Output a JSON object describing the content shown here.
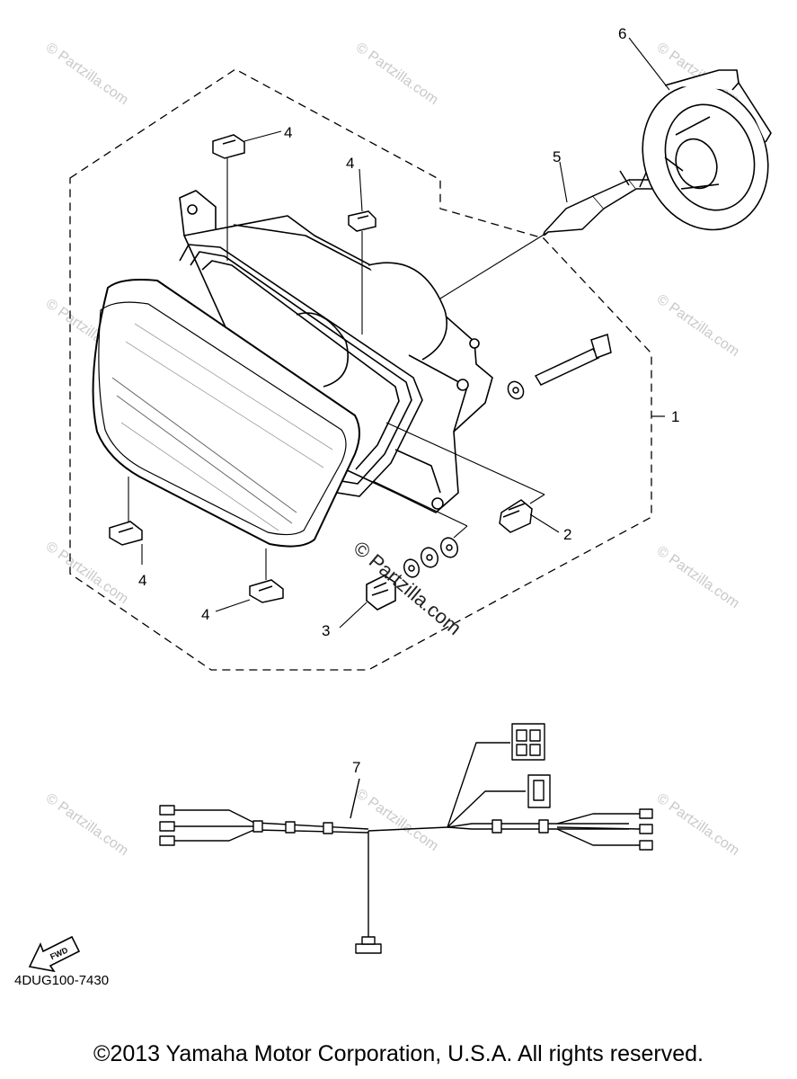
{
  "diagram": {
    "code": "4DUG100-7430",
    "copyright": "©2013 Yamaha Motor Corporation, U.S.A. All rights reserved.",
    "watermark": "© Partzilla.com",
    "watermark_repeat": "© Partzilla.com",
    "fwd_label": "FWD",
    "callouts": {
      "c1": "1",
      "c2": "2",
      "c3": "3",
      "c4a": "4",
      "c4b": "4",
      "c4c": "4",
      "c4d": "4",
      "c5": "5",
      "c6": "6",
      "c7": "7"
    }
  }
}
